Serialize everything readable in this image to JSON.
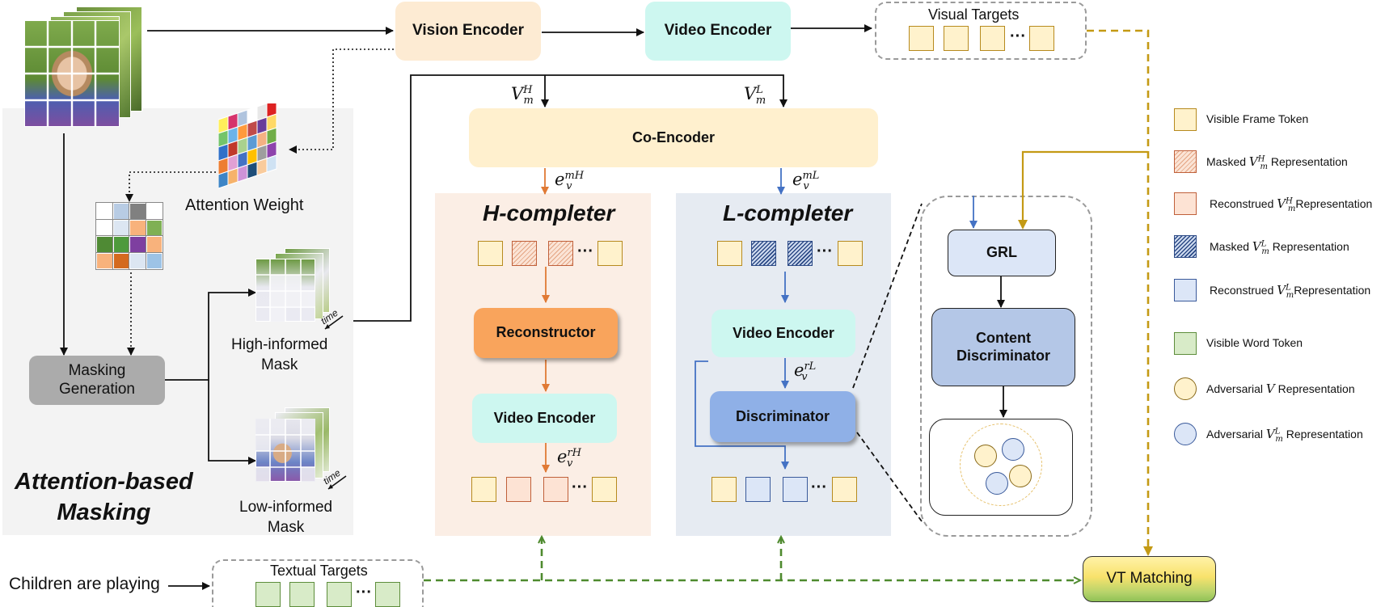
{
  "encoders": {
    "vision": "Vision Encoder",
    "video_top": "Video Encoder",
    "co": "Co-Encoder",
    "video_h": "Video Encoder",
    "video_l": "Video Encoder"
  },
  "visual_targets": {
    "title": "Visual Targets",
    "ellipsis": "···"
  },
  "textual_targets": {
    "title": "Textual Targets",
    "ellipsis": "···"
  },
  "caption": "Children are playing",
  "masking": {
    "attention_weight": "Attention Weight",
    "generation": "Masking\nGeneration",
    "high_mask": "High-informed\nMask",
    "low_mask": "Low-informed\nMask",
    "time": "time",
    "section_title": "Attention-based\nMasking"
  },
  "inputs": {
    "vmH": "V",
    "vmH_sup": "H",
    "vmH_sub": "m",
    "vmL": "V",
    "vmL_sup": "L",
    "vmL_sub": "m"
  },
  "h_completer": {
    "title": "H-completer",
    "e_in": "e",
    "e_in_sup": "mH",
    "e_in_sub": "v",
    "reconstructor": "Reconstructor",
    "e_out": "e",
    "e_out_sup": "rH",
    "e_out_sub": "v",
    "ellipsis": "···"
  },
  "l_completer": {
    "title": "L-completer",
    "e_in": "e",
    "e_in_sup": "mL",
    "e_in_sub": "v",
    "discriminator": "Discriminator",
    "e_out": "e",
    "e_out_sup": "rL",
    "e_out_sub": "v",
    "ellipsis": "···"
  },
  "detail": {
    "grl": "GRL",
    "content_disc": "Content\nDiscriminator"
  },
  "vt_matching": "VT Matching",
  "legend": [
    {
      "swatch": "visible",
      "text": "Visible Frame Token"
    },
    {
      "swatch": "maskH",
      "pre": "Masked ",
      "sym": "V",
      "sup": "H",
      "sub": "m",
      "post": " Representation"
    },
    {
      "swatch": "recH",
      "pre": "Reconstrued ",
      "sym": "V",
      "sup": "H",
      "sub": "m",
      "post": "Representation"
    },
    {
      "swatch": "maskL",
      "pre": "Masked ",
      "sym": "V",
      "sup": "L",
      "sub": "m",
      "post": " Representation"
    },
    {
      "swatch": "recL",
      "pre": "Reconstrued ",
      "sym": "V",
      "sup": "L",
      "sub": "m",
      "post": "Representation"
    },
    {
      "swatch": "word",
      "text": "Visible Word Token"
    },
    {
      "swatch": "advV",
      "pre": "Adversarial ",
      "sym": "V",
      "sup": "",
      "sub": "",
      "post": " Representation"
    },
    {
      "swatch": "advL",
      "pre": "Adversarial ",
      "sym": "V",
      "sup": "L",
      "sub": "m",
      "post": " Representation"
    }
  ],
  "colors": {
    "orange": "#e07a35",
    "blue": "#4472c4",
    "gold": "#c49a14",
    "green": "#4e8a2e"
  }
}
